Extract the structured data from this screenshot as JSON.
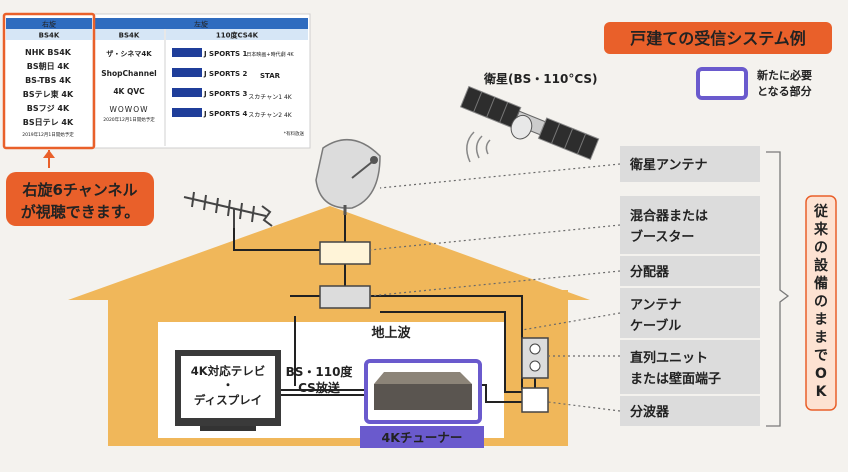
{
  "title": "戸建ての受信システム例",
  "legend_new": [
    "新たに必要",
    "となる部分"
  ],
  "satellite_label": "衛星(BS・110°CS)",
  "channel_table": {
    "left_header": "右旋",
    "mid_header": "左旋",
    "col_bs4k_left": "BS4K",
    "col_bs4k_mid": "BS4K",
    "col_cs4k": "110度CS4K",
    "right_rotation_channels": [
      "NHK BS4K",
      "BS朝日 4K",
      "BS-TBS 4K",
      "BSテレ東 4K",
      "BSフジ 4K",
      "BS日テレ 4K"
    ],
    "right_note": "2019年12月1日開始予定",
    "left_bs4k_channels": [
      "ザ・シネマ4K",
      "ShopChannel",
      "4K QVC",
      "WOWOW"
    ],
    "left_note": "2020年12月1日開始予定",
    "cs4k_left": [
      "J SPORTS 1",
      "J SPORTS 2",
      "J SPORTS 3",
      "J SPORTS 4"
    ],
    "cs4k_right": [
      "日本映画+時代劇 4K",
      "STAR",
      "スカチャン1 4K",
      "スカチャン2 4K"
    ],
    "cs4k_note": "*有料放送"
  },
  "callout": [
    "右旋6チャンネル",
    "が視聴できます。"
  ],
  "house_labels": {
    "terrestrial": "地上波",
    "tv": [
      "4K対応テレビ",
      "・",
      "ディスプレイ"
    ],
    "bs_cs": [
      "BS・110度",
      "CS放送"
    ],
    "tuner": "4Kチューナー"
  },
  "equipment": [
    "衛星アンテナ",
    "混合器または\nブースター",
    "分配器",
    "アンテナ\nケーブル",
    "直列ユニット\nまたは壁面端子",
    "分波器"
  ],
  "bracket_label": "従来の設備のままでOK",
  "colors": {
    "orange": "#e9602a",
    "new_part": "#6a5acd",
    "house": "#f0b75a",
    "label_bg": "#dcdcdc"
  }
}
